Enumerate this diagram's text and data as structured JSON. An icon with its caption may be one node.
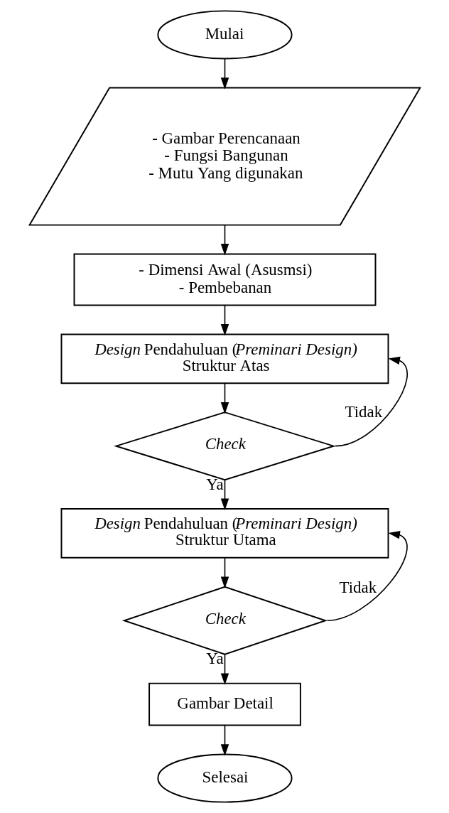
{
  "diagram": {
    "nodes": [
      {
        "text": [
          "Mulai"
        ]
      },
      {
        "text": [
          "- Gambar Perencanaan",
          "- Fungsi Bangunan",
          "- Mutu Yang digunakan"
        ]
      },
      {
        "text": [
          "- Dimensi Awal (Asusmsi)",
          "- Pembebanan"
        ]
      },
      {
        "text": [
          "*Design* Pendahuluan (*Preminari Design)*",
          "Struktur Atas"
        ]
      },
      {
        "text": [
          "Check"
        ]
      },
      {
        "text": [
          "*Design* Pendahuluan (*Preminari Design)*",
          "Struktur Utama"
        ]
      },
      {
        "text": [
          "Check"
        ]
      },
      {
        "text": [
          "Gambar Detail"
        ]
      },
      {
        "text": [
          "Selesai"
        ]
      }
    ],
    "edges": [
      {
        "from": 0,
        "to": 1,
        "arrow": "to"
      },
      {
        "from": 1,
        "to": 2,
        "arrow": "to"
      },
      {
        "from": 2,
        "to": 3,
        "arrow": "to"
      },
      {
        "from": 3,
        "to": 4,
        "arrow": "to"
      },
      {
        "from": 4,
        "to": 5,
        "arrow": "to",
        "label": "Ya"
      },
      {
        "from": 4,
        "to": 3,
        "arrow": "to",
        "label": "Tidak"
      },
      {
        "from": 5,
        "to": 6,
        "arrow": "to"
      },
      {
        "from": 6,
        "to": 7,
        "arrow": "to",
        "label": "Ya"
      },
      {
        "from": 6,
        "to": 5,
        "arrow": "to",
        "label": "Tidak"
      },
      {
        "from": 7,
        "to": 8,
        "arrow": "to"
      }
    ]
  }
}
